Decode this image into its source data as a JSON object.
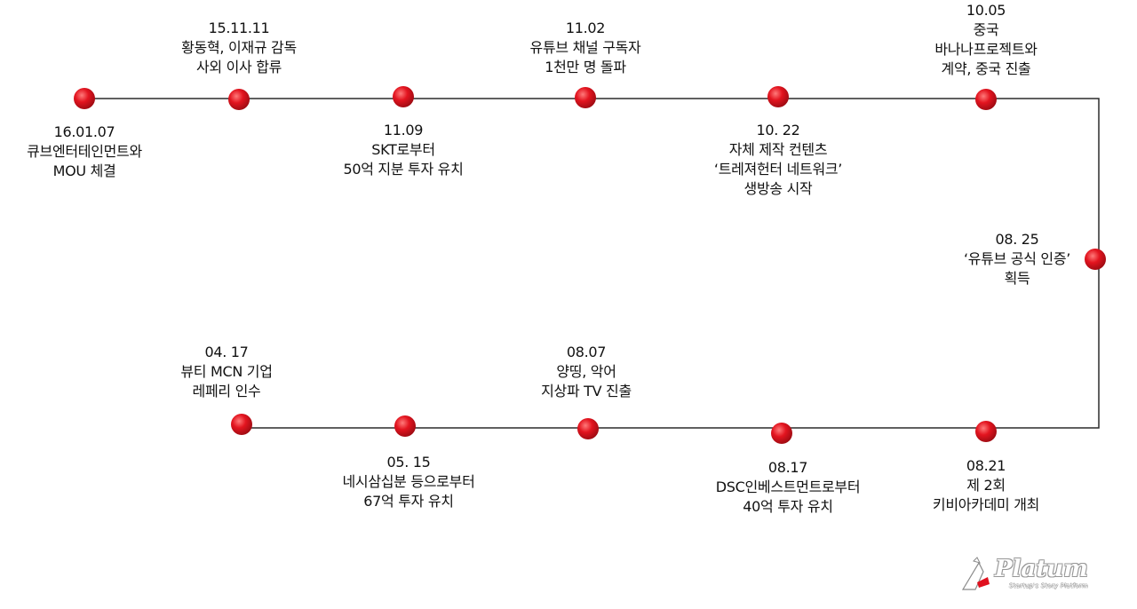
{
  "colors": {
    "line": "#2b2b2b",
    "node_fill": "#e0101e",
    "node_highlight": "#ff6a6a",
    "node_shadow": "#8a0a10"
  },
  "events": [
    {
      "id": "e1",
      "date": "16.01.07",
      "lines": [
        "큐브엔터테인먼트와",
        "MOU 체결"
      ]
    },
    {
      "id": "e2",
      "date": "15.11.11",
      "lines": [
        "황동혁, 이재규 감독",
        "사외 이사 합류"
      ]
    },
    {
      "id": "e3",
      "date": "11.09",
      "lines": [
        "SKT로부터",
        "50억 지분 투자 유치"
      ]
    },
    {
      "id": "e4",
      "date": "11.02",
      "lines": [
        "유튜브 채널 구독자",
        "1천만 명 돌파"
      ]
    },
    {
      "id": "e5",
      "date": "10. 22",
      "lines": [
        "자체 제작 컨텐츠",
        "‘트레져헌터 네트워크’",
        "생방송 시작"
      ]
    },
    {
      "id": "e6",
      "date": "10.05",
      "lines": [
        "중국",
        "바나나프로젝트와",
        "계약, 중국 진출"
      ]
    },
    {
      "id": "e7",
      "date": "08. 25",
      "lines": [
        "‘유튜브 공식 인증’",
        "획득"
      ]
    },
    {
      "id": "e8",
      "date": "08.21",
      "lines": [
        "제 2회",
        "키비아카데미 개최"
      ]
    },
    {
      "id": "e9",
      "date": "08.17",
      "lines": [
        "DSC인베스트먼트로부터",
        "40억 투자 유치"
      ]
    },
    {
      "id": "e10",
      "date": "08.07",
      "lines": [
        "양띵, 악어",
        "지상파 TV 진출"
      ]
    },
    {
      "id": "e11",
      "date": "05. 15",
      "lines": [
        "네시삼십분 등으로부터",
        "67억 투자 유치"
      ]
    },
    {
      "id": "e12",
      "date": "04. 17",
      "lines": [
        "뷰티 MCN 기업",
        "레페리 인수"
      ]
    }
  ],
  "logo": {
    "name": "Platum",
    "tagline": "Startup's Story Platform"
  }
}
